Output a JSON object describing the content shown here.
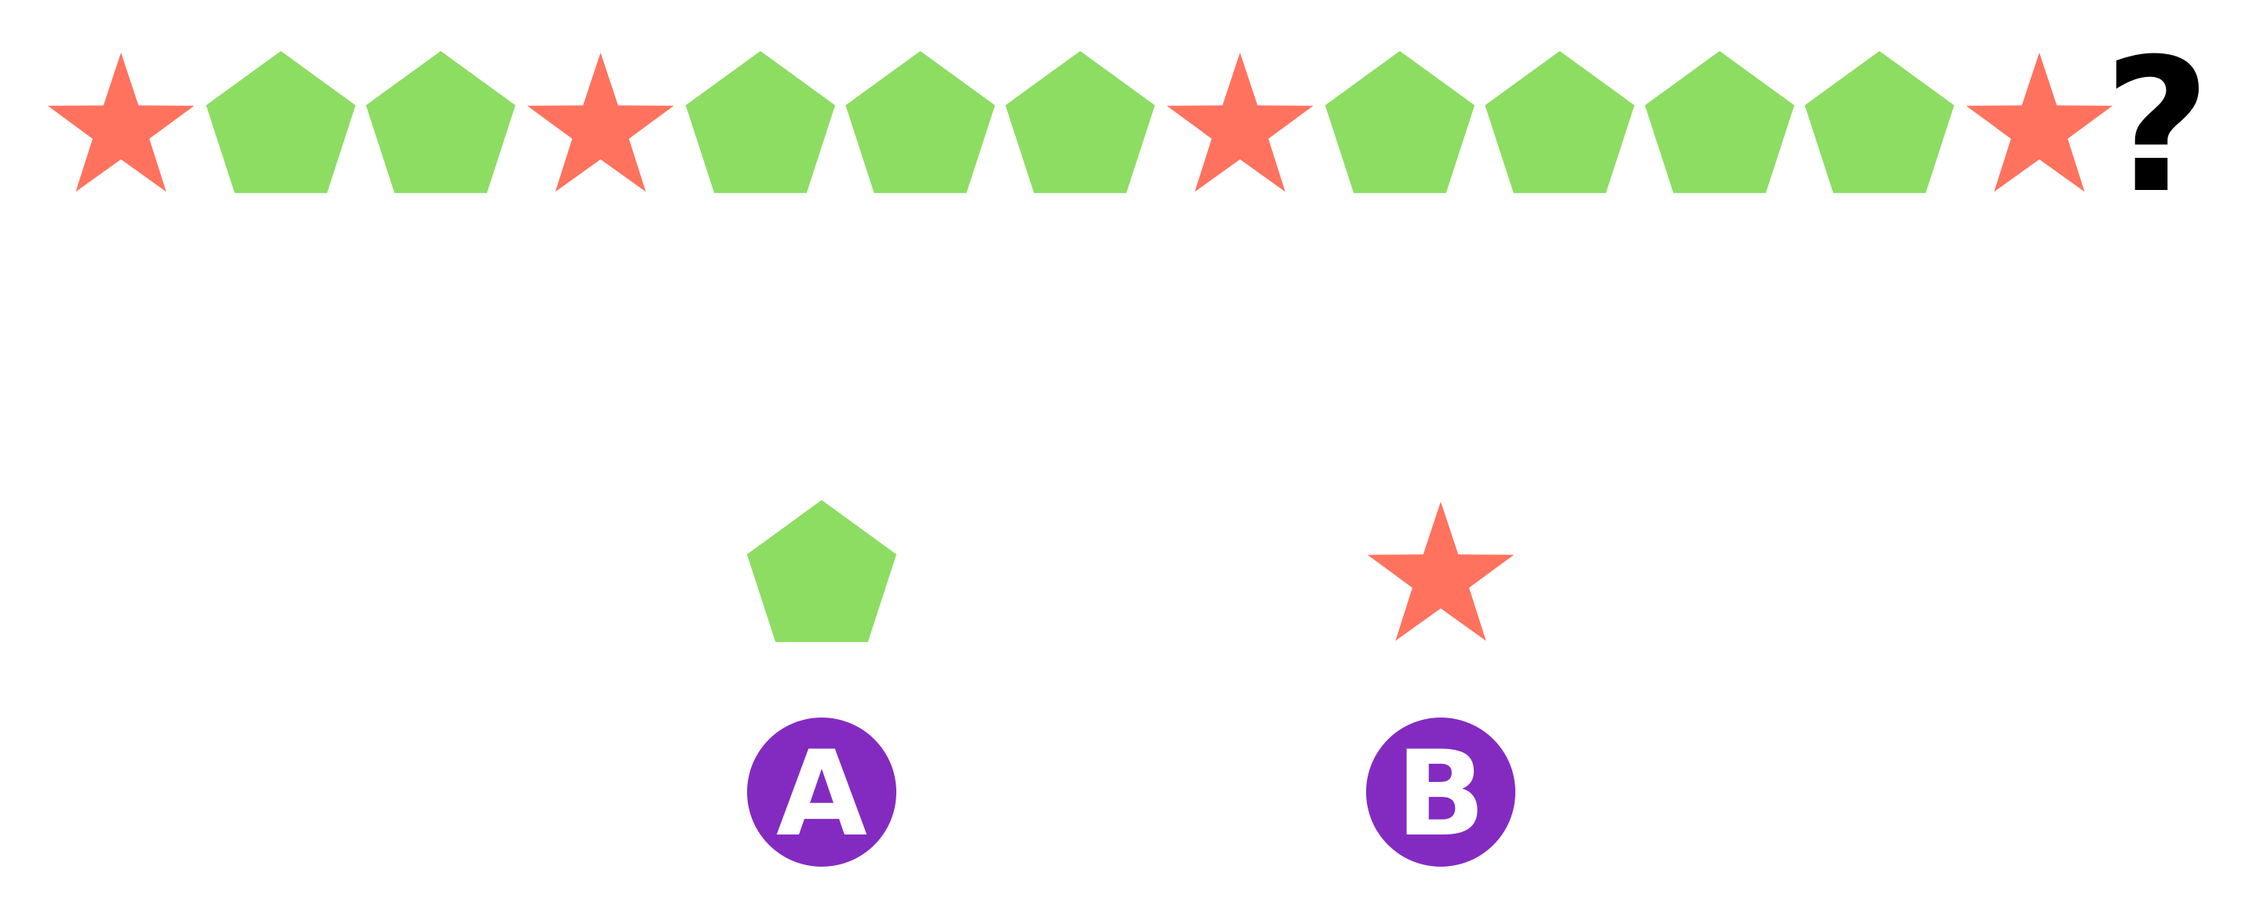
{
  "colors": {
    "star": "#FF725E",
    "pentagon": "#8CDD62",
    "option_badge": "#832BC1",
    "option_letter": "#FFFFFF",
    "question_mark": "#000000"
  },
  "sequence": {
    "items": [
      "star",
      "pentagon",
      "pentagon",
      "star",
      "pentagon",
      "pentagon",
      "pentagon",
      "star",
      "pentagon",
      "pentagon",
      "pentagon",
      "pentagon",
      "star"
    ],
    "question_mark": "?"
  },
  "options": [
    {
      "letter": "A",
      "shape": "pentagon"
    },
    {
      "letter": "B",
      "shape": "star"
    }
  ]
}
